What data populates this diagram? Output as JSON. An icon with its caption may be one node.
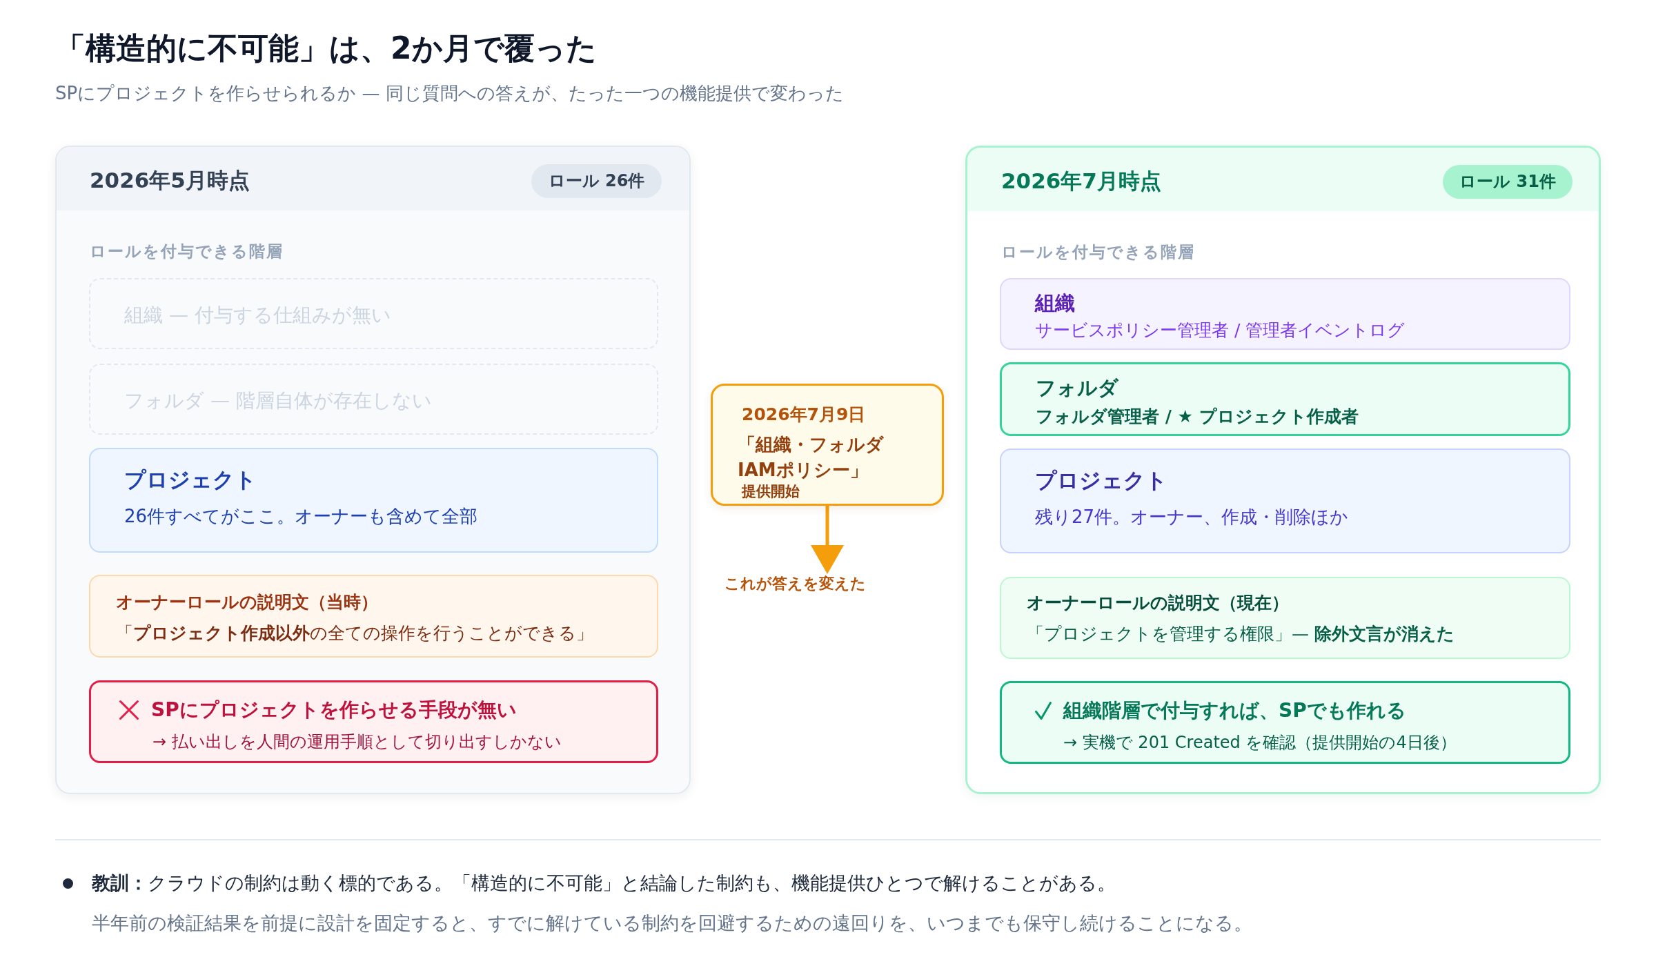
{
  "diagram": {
    "title": "「構造的に不可能」は、2か月で覆った",
    "nodes": [
      {
        "text": [
          "2026年5月時点",
          "ロールを付与できる階層"
        ]
      },
      {
        "text": [
          "ロール 26件"
        ],
        "in": 0
      },
      {
        "text": [
          "組織 — 付与する仕組みが無い"
        ],
        "in": 0
      },
      {
        "text": [
          "フォルダ — 階層自体が存在しない"
        ],
        "in": 0
      },
      {
        "text": [
          "プロジェクト",
          "26件すべてがここ。オーナーも含めて全部"
        ],
        "in": 0
      },
      {
        "text": [
          "オーナーロールの説明文（当時）",
          "「**プロジェクト作成以外**の全ての操作を行うことができる」"
        ],
        "in": 0
      },
      {
        "text": [
          "SPにプロジェクトを作らせる手段が無い",
          "→ 払い出しを人間の運用手順として切り出すしかない"
        ],
        "in": 0
      },
      {
        "text": [
          "2026年7月9日",
          "「組織・フォルダIAMポリシー」",
          "提供開始"
        ]
      },
      {
        "text": [
          "これが答えを変えた"
        ]
      },
      {
        "text": [
          "2026年7月時点",
          "ロールを付与できる階層"
        ]
      },
      {
        "text": [
          "ロール 31件"
        ],
        "in": 9
      },
      {
        "text": [
          "組織",
          "サービスポリシー管理者 / 管理者イベントログ"
        ],
        "in": 9
      },
      {
        "text": [
          "フォルダ",
          "フォルダ管理者 / ★ プロジェクト作成者"
        ],
        "in": 9
      },
      {
        "text": [
          "プロジェクト",
          "残り27件。オーナー、作成・削除ほか"
        ],
        "in": 9
      },
      {
        "text": [
          "オーナーロールの説明文（現在）",
          "「プロジェクトを管理する権限」— **除外文言が消えた**"
        ],
        "in": 9
      },
      {
        "text": [
          "組織階層で付与すれば、SPでも作れる",
          "→ 実機で 201 Created を確認（提供開始の4日後）"
        ],
        "in": 9
      }
    ],
    "edges": [
      {
        "from": 7,
        "to": 8,
        "arrow": "to"
      }
    ],
    "labels": [
      "SPにプロジェクトを作らせられるか — 同じ質問への答えが、たった一つの機能提供で変わった",
      "**教訓：**クラウドの制約は動く標的である。「構造的に不可能」と結論した制約も、機能提供ひとつで解けることがある。",
      "半年前の検証結果を前提に設計を固定すると、すでに解けている制約を回避するための遠回りを、いつまでも保守し続けることになる。"
    ]
  }
}
